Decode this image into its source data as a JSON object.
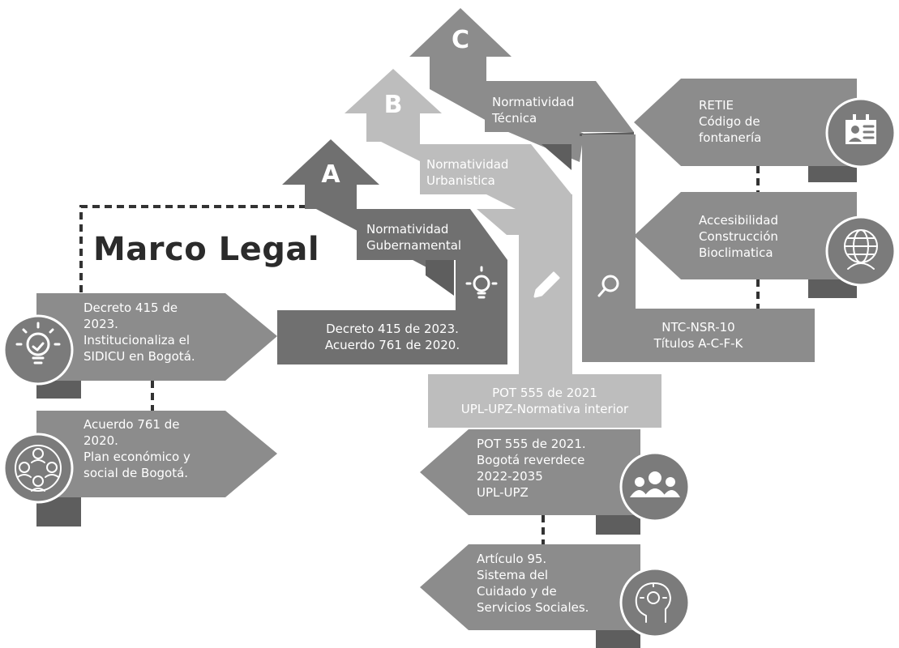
{
  "title": "Marco Legal",
  "colors": {
    "dark": "#707070",
    "medium": "#8c8c8c",
    "light": "#a8a8a8",
    "lighter": "#bdbdbd",
    "shadow": "#5e5e5e",
    "circle": "#7b7b7b",
    "connector": "#333333"
  },
  "arrows": {
    "a": {
      "letter": "A",
      "label": "Normatividad\nGubernamental"
    },
    "b": {
      "letter": "B",
      "label": "Normatividad\nUrbanistica"
    },
    "c": {
      "letter": "C",
      "label": "Normatividad\nTécnica"
    }
  },
  "left_items": [
    {
      "text": "Decreto 415 de\n2023.\nInstitucionaliza el\nSIDICU en Bogotá.",
      "icon": "lightbulb-icon"
    },
    {
      "text": "Acuerdo 761 de\n2020.\nPlan económico y\nsocial de Bogotá.",
      "icon": "people-network-icon"
    }
  ],
  "central_box": {
    "text": "Decreto 415 de 2023.\nAcuerdo 761 de 2020.",
    "icon": "lightbulb-icon"
  },
  "pot_box": {
    "text": "POT 555 de 2021\nUPL-UPZ-Normativa interior",
    "icon": "pencil-icon"
  },
  "nsr_box": {
    "text": "NTC-NSR-10\nTítulos A-C-F-K",
    "icon": "magnifier-icon"
  },
  "right_items": [
    {
      "text": "RETIE\nCódigo de\nfontanería",
      "icon": "id-card-icon"
    },
    {
      "text": "Accesibilidad\nConstrucción\nBioclimatica",
      "icon": "globe-person-icon"
    }
  ],
  "bottom_items": [
    {
      "text": "POT 555 de 2021.\nBogotá reverdece\n2022-2035\nUPL-UPZ",
      "icon": "group-icon"
    },
    {
      "text": "Artículo 95.\nSistema del\nCuidado y de\nServicios Sociales.",
      "icon": "head-idea-icon"
    }
  ]
}
